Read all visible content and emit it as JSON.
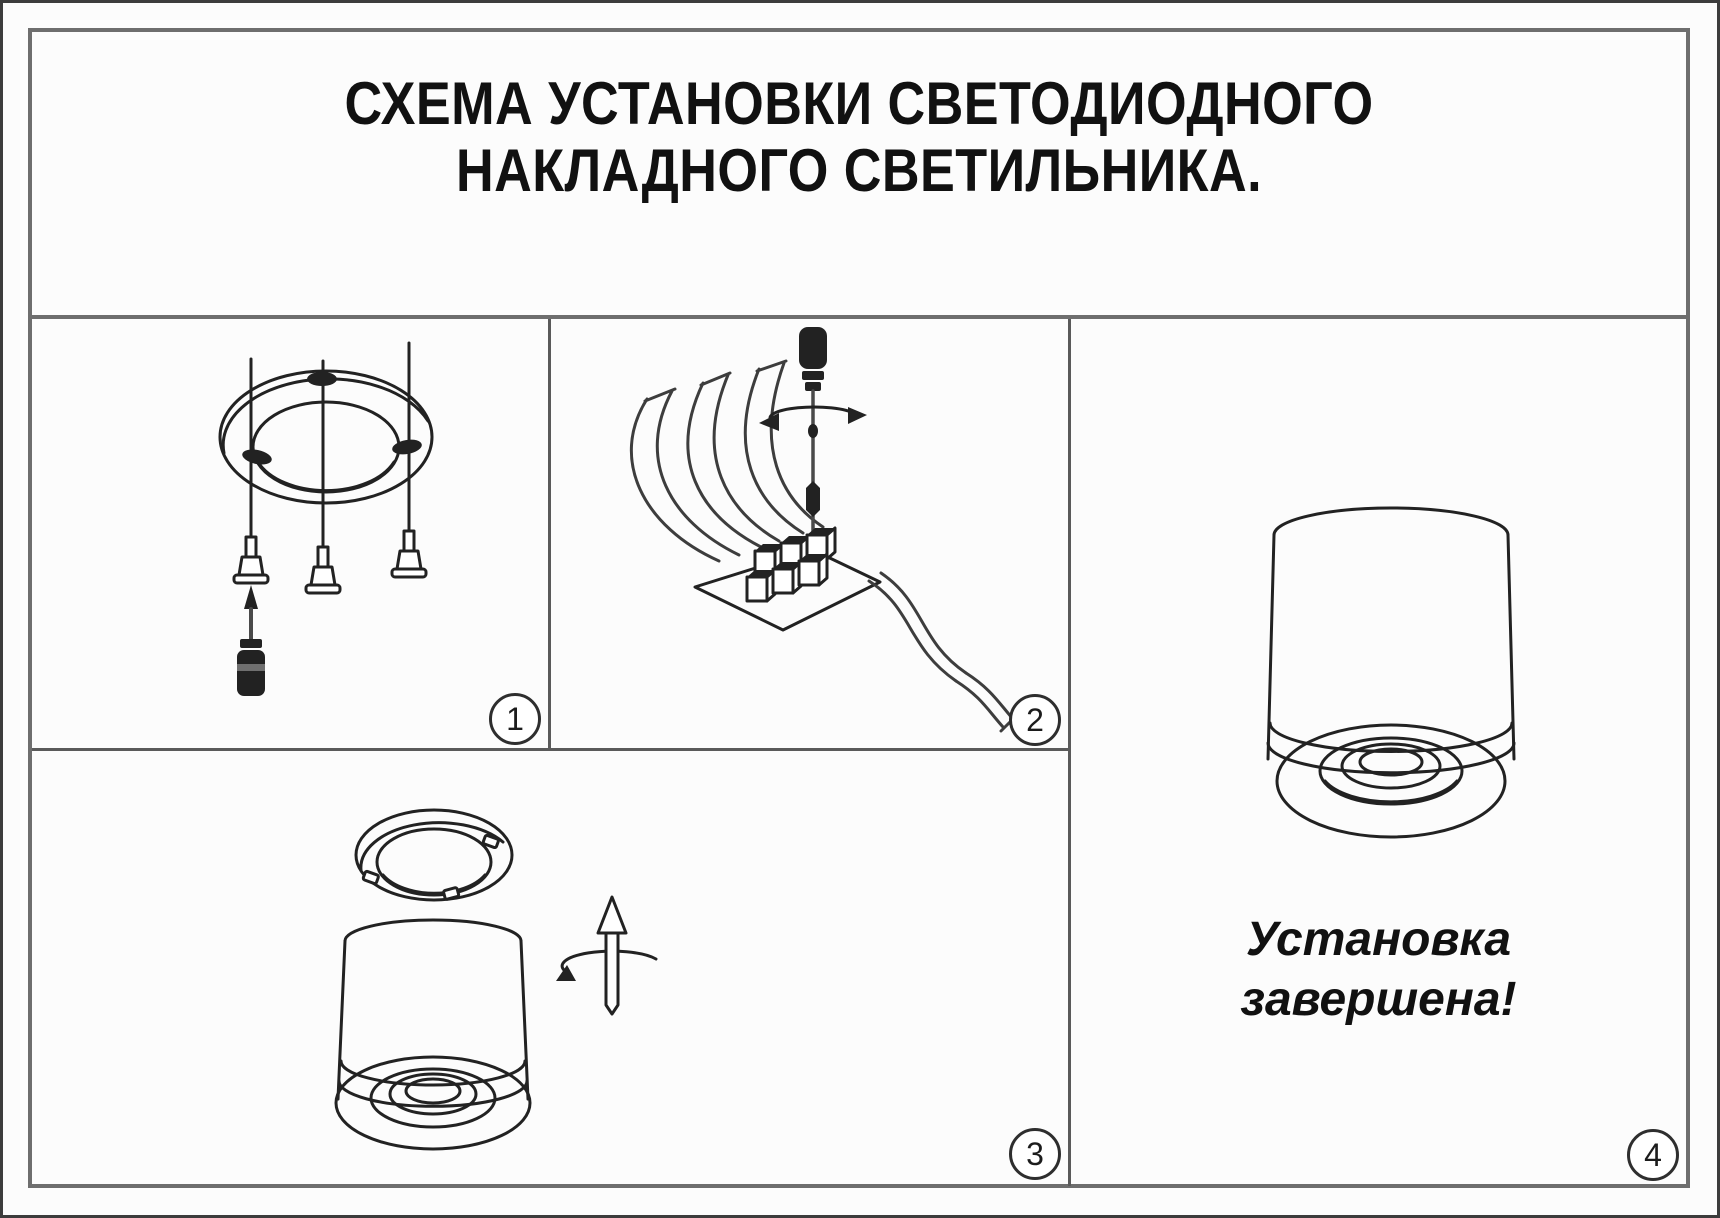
{
  "title": {
    "line1": "СХЕМА УСТАНОВКИ СВЕТОДИОДНОГО",
    "line2": "НАКЛАДНОГО СВЕТИЛЬНИКА."
  },
  "steps": [
    {
      "number": "1",
      "illustration": "mounting-ring-anchors-screwdriver"
    },
    {
      "number": "2",
      "illustration": "wires-terminal-block-screwdriver"
    },
    {
      "number": "3",
      "illustration": "trim-ring-fixture-body-twist-arrow"
    },
    {
      "number": "4",
      "illustration": "installed-surface-mounted-downlight"
    }
  ],
  "completion_note": {
    "line1": "Установка",
    "line2": "завершена!"
  },
  "colors": {
    "line": "#222222",
    "frame": "#6e6e6e",
    "divider": "#5a5a5a",
    "outer": "#3c3c3c",
    "background": "#fcfcfc",
    "text": "#111111"
  }
}
